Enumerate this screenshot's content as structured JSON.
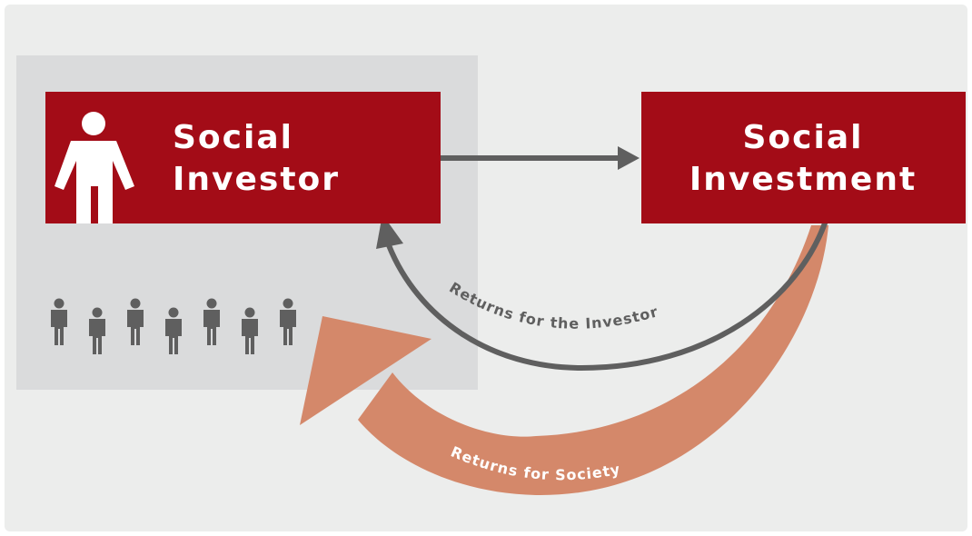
{
  "colors": {
    "background": "#ecedec",
    "investor_panel": "#dadbdc",
    "box_red": "#a30c17",
    "arrow_gray": "#5f5f5f",
    "arrow_orange": "#d4886a",
    "white": "#ffffff"
  },
  "investor_box": {
    "icon": "person-icon",
    "title_line1": "Social",
    "title_line2": "Investor"
  },
  "investment_box": {
    "title_line1": "Social",
    "title_line2": "Investment"
  },
  "crowd_icons": [
    "person-icon",
    "person-icon",
    "person-icon",
    "person-icon",
    "person-icon",
    "person-icon",
    "person-icon"
  ],
  "arrows": {
    "investment_arrow": "arrow-right-icon",
    "investor_returns_label": "Returns for the Investor",
    "society_returns_label": "Returns for Society"
  }
}
